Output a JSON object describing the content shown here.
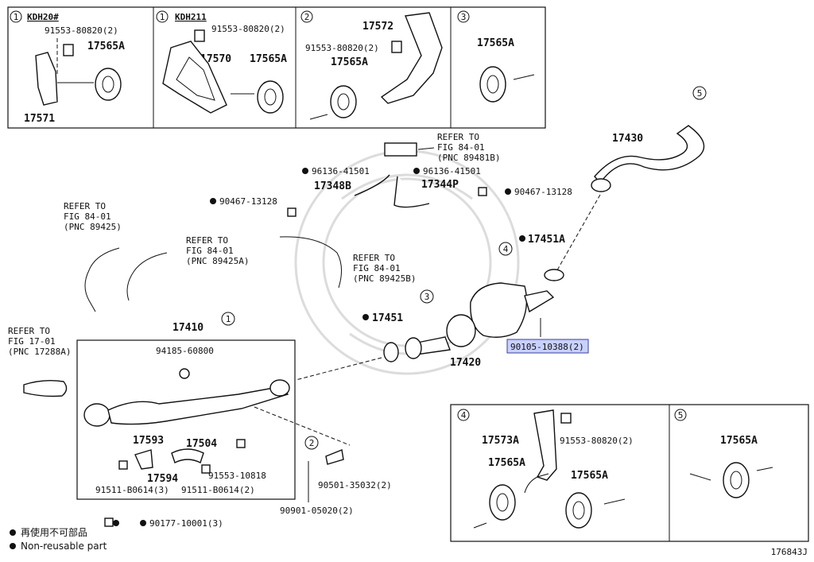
{
  "boxes": {
    "box1a": {
      "marker": "1",
      "title": "KDH20#",
      "parts": [
        "91553-80820(2)",
        "17565A",
        "17571"
      ]
    },
    "box1b": {
      "marker": "1",
      "title": "KDH211",
      "parts": [
        "91553-80820(2)",
        "17570",
        "17565A"
      ]
    },
    "box2": {
      "marker": "2",
      "parts": [
        "17572",
        "91553-80820(2)",
        "17565A"
      ]
    },
    "box3": {
      "marker": "3",
      "parts": [
        "17565A"
      ]
    },
    "box4": {
      "marker": "4",
      "parts": [
        "17573A",
        "91553-80820(2)",
        "17565A",
        "17565A"
      ]
    },
    "box5": {
      "marker": "5",
      "parts": [
        "17565A"
      ]
    }
  },
  "main": {
    "refs": {
      "r89481b": [
        "REFER TO",
        "FIG 84-01",
        "(PNC 89481B)"
      ],
      "r89425": [
        "REFER TO",
        "FIG 84-01",
        "(PNC 89425)"
      ],
      "r89425a": [
        "REFER TO",
        "FIG 84-01",
        "(PNC 89425A)"
      ],
      "r89425b": [
        "REFER TO",
        "FIG 84-01",
        "(PNC 89425B)"
      ],
      "r17288a": [
        "REFER TO",
        "FIG 17-01",
        "(PNC 17288A)"
      ]
    },
    "labels": {
      "p96136a": "96136-41501",
      "p96136b": "96136-41501",
      "p17348b": "17348B",
      "p17344p": "17344P",
      "p90467a": "90467-13128",
      "p90467b": "90467-13128",
      "p17430": "17430",
      "p17451a": "17451A",
      "p17451": "17451",
      "p17420": "17420",
      "p90105": "90105-10388(2)",
      "p17410": "17410",
      "p94185": "94185-60800",
      "p17593": "17593",
      "p17504": "17504",
      "p17594": "17594",
      "p91553": "91553-10818",
      "p91511a": "91511-B0614(3)",
      "p91511b": "91511-B0614(2)",
      "p90501": "90501-35032(2)",
      "p90901": "90901-05020(2)",
      "p90177": "90177-10001(3)"
    },
    "markers": {
      "m1": "1",
      "m2": "2",
      "m3": "3",
      "m4": "4",
      "m5": "5"
    }
  },
  "legend": {
    "jp": "再使用不可部品",
    "en": "Non-reusable part"
  },
  "figure_number": "176843J"
}
